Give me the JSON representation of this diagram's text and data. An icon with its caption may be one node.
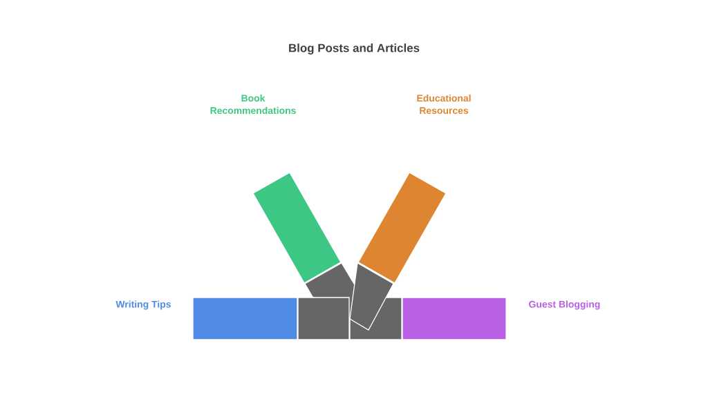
{
  "diagram": {
    "title": "Blog Posts and Articles",
    "nodes": [
      {
        "text": [],
        "shape": "bar"
      },
      {
        "text": [],
        "shape": "bar"
      },
      {
        "text": [],
        "shape": "bar",
        "beside": [
          "Writing Tips"
        ]
      },
      {
        "text": [],
        "shape": "bar",
        "beside": [
          "Guest Blogging"
        ]
      }
    ],
    "labels": [
      "Book Recommendations",
      "Educational Resources"
    ]
  }
}
